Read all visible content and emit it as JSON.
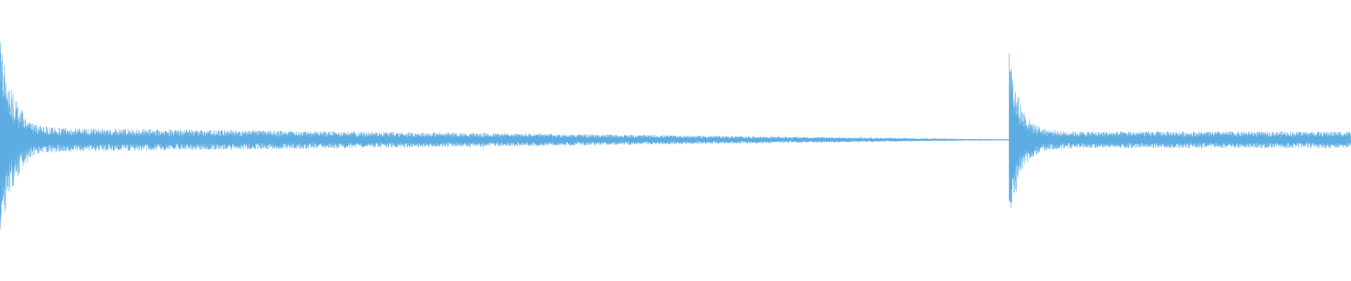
{
  "waveform": {
    "color": "#5dade2",
    "background": "#ffffff",
    "transients": [
      {
        "position": 0.0,
        "peak": 0.72,
        "sustain": 0.09,
        "sustain_end": 0.15,
        "release": 0.745
      },
      {
        "position": 0.747,
        "peak": 0.68,
        "sustain": 0.075,
        "sustain_end": 0.06,
        "release": 1.0
      }
    ]
  }
}
